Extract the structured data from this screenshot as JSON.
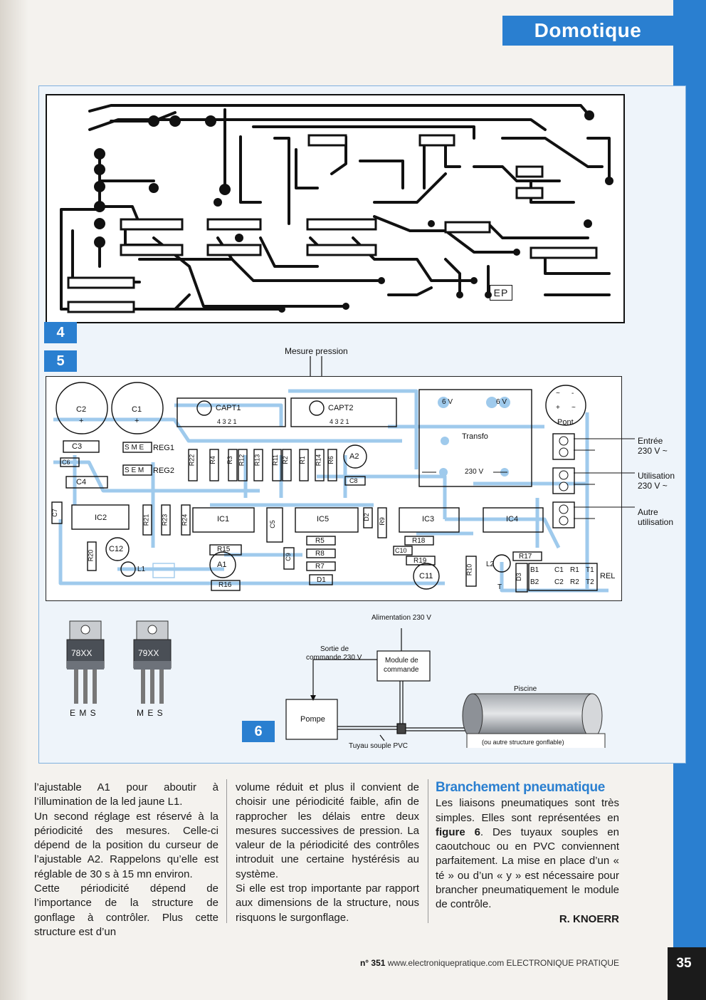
{
  "header": {
    "rubric": "Domotique"
  },
  "figures": {
    "fig4": {
      "tag": "4",
      "marking": "EP"
    },
    "fig5": {
      "tag": "5",
      "top_label": "Mesure pression",
      "components": {
        "c2": "C2",
        "c1": "C1",
        "c3": "C3",
        "c6": "C6",
        "c4": "C4",
        "c7": "C7",
        "capt1": "CAPT1",
        "capt2": "CAPT2",
        "capt_pins": "4 3 2 1",
        "sme": "S M E",
        "reg1": "REG1",
        "sem": "S E M",
        "reg2": "REG2",
        "r22": "R22",
        "r4": "R4",
        "r3": "R3",
        "r12": "R12",
        "r13": "R13",
        "r11": "R11",
        "r2": "R2",
        "r1": "R1",
        "r14": "R14",
        "r6": "R6",
        "a2": "A2",
        "c8": "C8",
        "ic2": "IC2",
        "r21": "R21",
        "r23": "R23",
        "r24": "R24",
        "ic1": "IC1",
        "c5": "C5",
        "ic5": "IC5",
        "d2": "D2",
        "r9": "R9",
        "ic3": "IC3",
        "ic4": "IC4",
        "r20": "R20",
        "c12": "C12",
        "l1": "L1",
        "r15": "R15",
        "a1": "A1",
        "r16": "R16",
        "c9": "C9",
        "r5": "R5",
        "r8": "R8",
        "r7": "R7",
        "d1": "D1",
        "r18": "R18",
        "c10": "C10",
        "r19": "R19",
        "c11": "C11",
        "r10": "R10",
        "l2": "L2",
        "r17": "R17",
        "d3": "D3",
        "t": "T",
        "b1": "B1",
        "b2": "B2",
        "c1b": "C1",
        "r1b": "R1",
        "t1": "T1",
        "c2b": "C2",
        "r2b": "R2",
        "t2": "T2",
        "rel": "REL",
        "transfo": "Transfo",
        "v6a": "6 V",
        "v6b": "6 V",
        "v230": "230 V",
        "pont": "Pont",
        "tilde": "~",
        "minus": "-",
        "plus": "+"
      },
      "side_labels": {
        "entree": "Entrée",
        "entree_v": "230 V ~",
        "utilisation": "Utilisation",
        "utilisation_v": "230 V ~",
        "autre": "Autre",
        "autre_u": "utilisation"
      }
    },
    "regulators": [
      {
        "name": "78XX",
        "pins": "E M S"
      },
      {
        "name": "79XX",
        "pins": "M E S"
      }
    ],
    "fig6": {
      "tag": "6",
      "alimentation": "Alimentation 230 V",
      "sortie_l1": "Sortie de",
      "sortie_l2": "commande 230 V",
      "module_l1": "Module de",
      "module_l2": "commande",
      "pompe": "Pompe",
      "tuyau": "Tuyau souple PVC",
      "piscine": "Piscine",
      "autre_structure": "(ou autre structure gonflable)"
    }
  },
  "article": {
    "col1": [
      "l’ajustable A1 pour aboutir à l’illumination de la led jaune L1.",
      "Un second réglage est réservé à la périodicité des mesures. Celle-ci dépend de la position du curseur de l’ajustable A2. Rappelons qu’elle est réglable de 30 s à 15 mn environ.",
      "Cette périodicité dépend de l’importance de la structure de gonflage à contrôler. Plus cette structure est d’un"
    ],
    "col2": [
      "volume réduit et plus il convient de choisir une périodicité faible, afin de rapprocher les délais entre deux mesures successives de pression. La valeur de la périodicité des contrôles introduit une certaine hystérésis au système.",
      "Si elle est trop importante par rapport aux dimensions de la structure, nous risquons le surgonflage."
    ],
    "col3": {
      "heading": "Branchement pneumatique",
      "para_before": "Les liaisons pneumatiques sont très simples. Elles sont représentées en ",
      "fig_ref": "figure 6",
      "para_after": ". Des tuyaux souples en caoutchouc ou en PVC conviennent parfaitement. La mise en place d’un « té » ou d’un « y » est nécessaire pour brancher pneumatiquement le module de contrôle.",
      "author": "R. KNOERR"
    }
  },
  "footer": {
    "issue": "n° 351",
    "url": "www.electroniquepratique.com",
    "magazine": "ELECTRONIQUE PRATIQUE",
    "page": "35"
  },
  "colors": {
    "accent": "#2a7fd0",
    "trace": "#111111",
    "layout_trace": "#9fcaec"
  }
}
